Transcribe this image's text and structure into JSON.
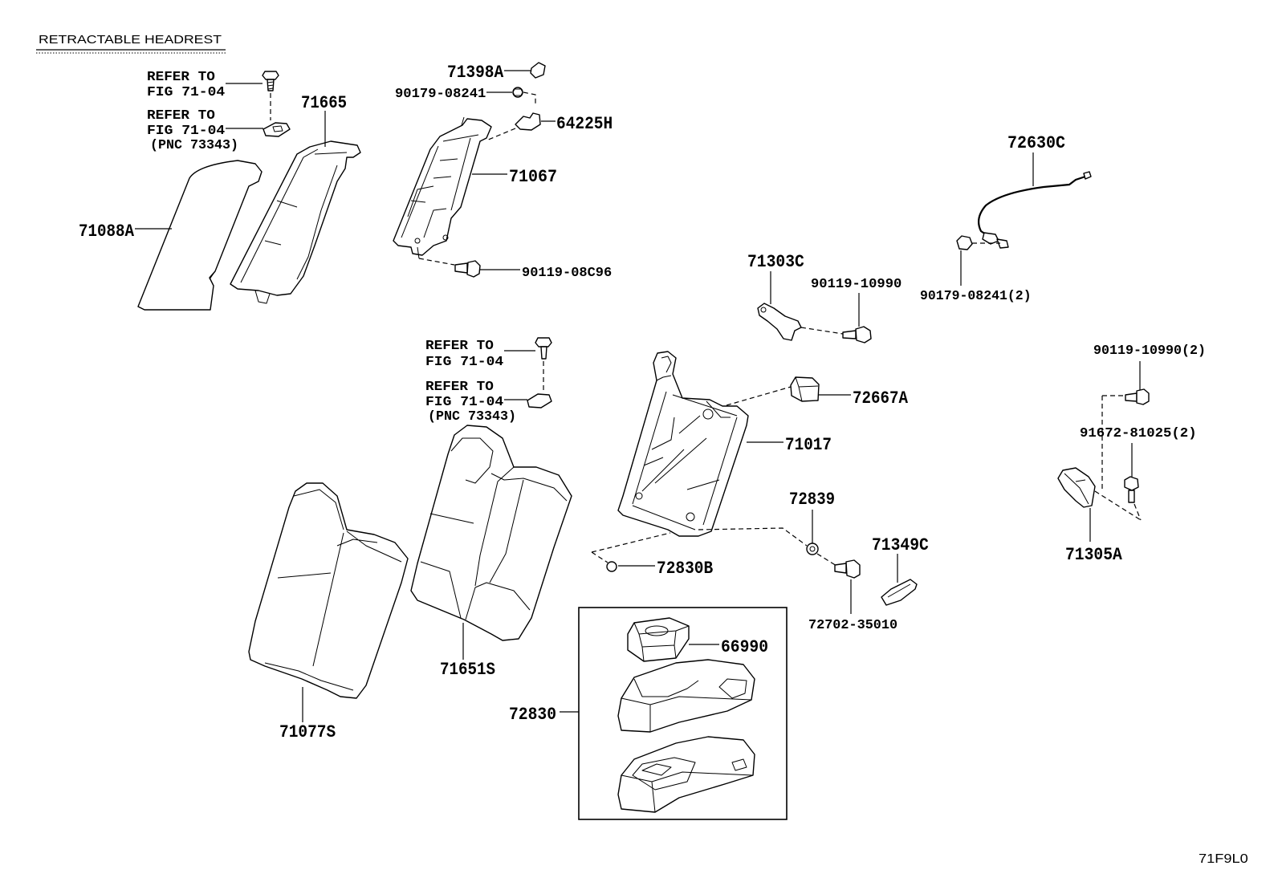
{
  "title": "RETRACTABLE HEADREST",
  "figure_code": "71F9L0",
  "references": [
    {
      "line1": "REFER TO",
      "line2": "FIG 71-04"
    },
    {
      "line1": "REFER TO",
      "line2": "FIG 71-04",
      "line3": "(PNC 73343)"
    },
    {
      "line1": "REFER TO",
      "line2": "FIG 71-04"
    },
    {
      "line1": "REFER TO",
      "line2": "FIG 71-04",
      "line3": "(PNC 73343)"
    }
  ],
  "part_labels": [
    "71665",
    "71088A",
    "71398A",
    "90179-08241",
    "64225H",
    "71067",
    "90119-08C96",
    "72630C",
    "71303C",
    "90119-10990",
    "90179-08241(2)",
    "72667A",
    "90119-10990(2)",
    "71017",
    "91672-81025(2)",
    "72839",
    "71349C",
    "71305A",
    "72830B",
    "72702-35010",
    "66990",
    "71651S",
    "72830",
    "71077S"
  ],
  "colors": {
    "line": "#000000",
    "background": "#ffffff"
  }
}
